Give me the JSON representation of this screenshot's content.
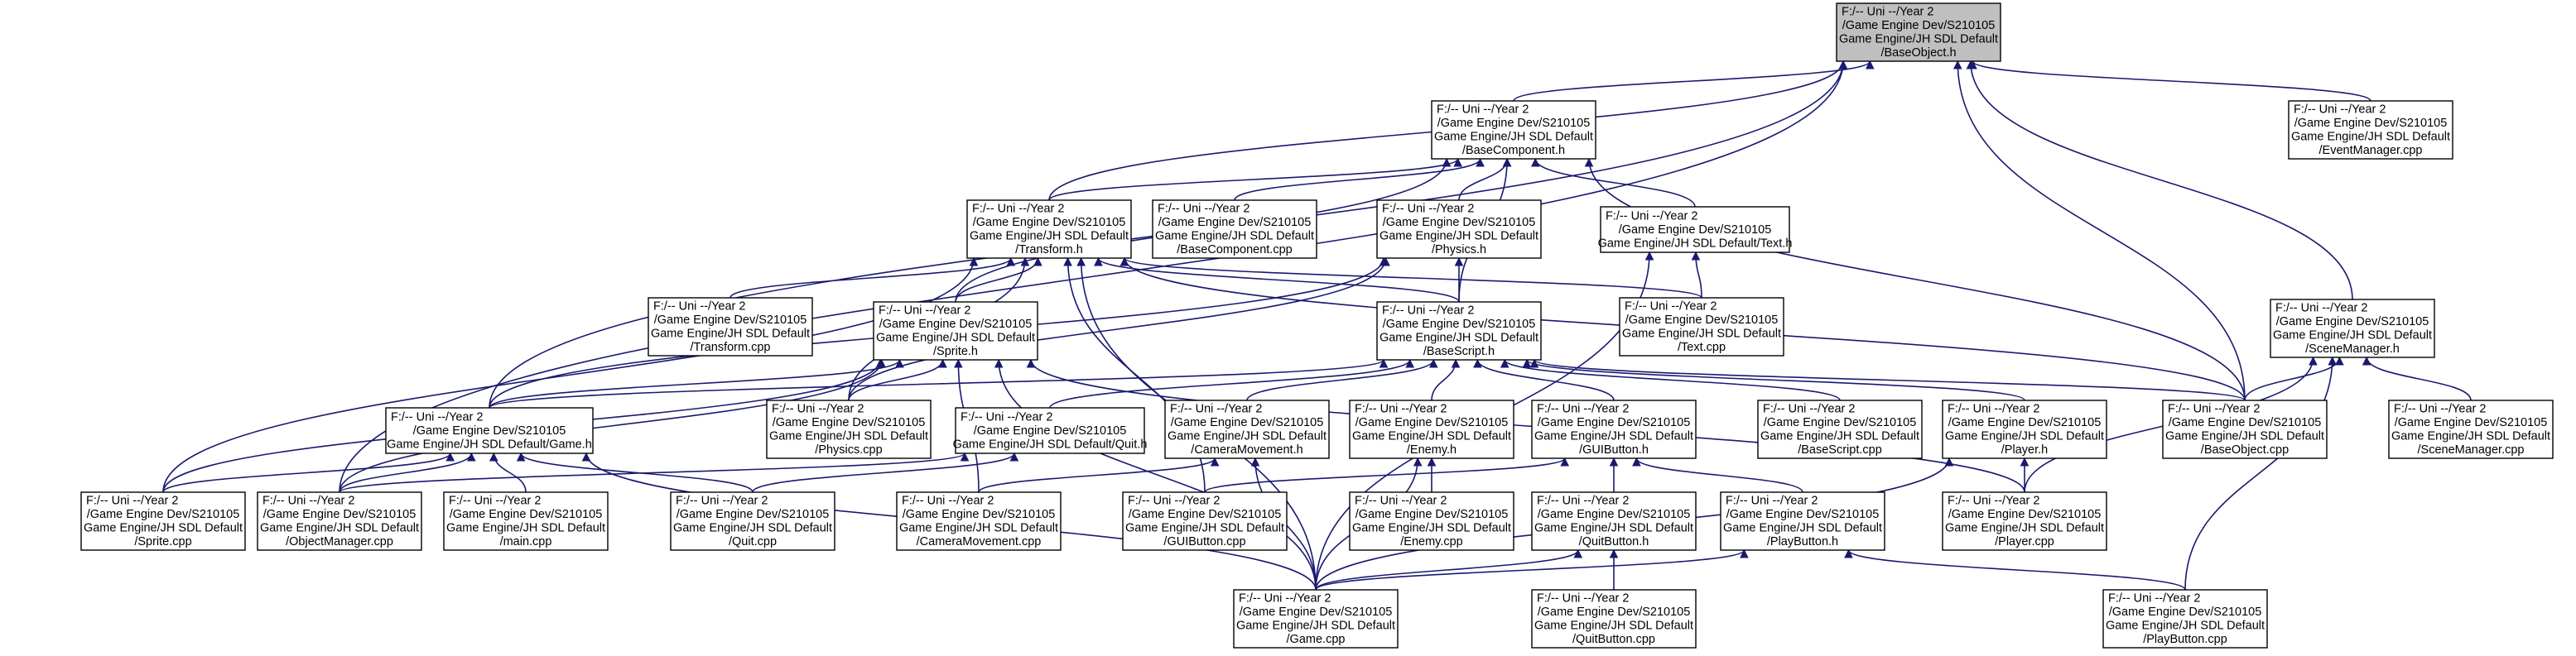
{
  "colors": {
    "edge": "#191970",
    "node_fill": "#ffffff",
    "root_fill": "#bfbfbf",
    "border": "#000000"
  },
  "nodes": [
    {
      "id": "baseobject_h",
      "lines": [
        "F:/-- Uni --/Year 2",
        "/Game Engine Dev/S210105",
        "Game Engine/JH SDL Default",
        "/BaseObject.h"
      ]
    },
    {
      "id": "basecomponent_h",
      "lines": [
        "F:/-- Uni --/Year 2",
        "/Game Engine Dev/S210105",
        "Game Engine/JH SDL Default",
        "/BaseComponent.h"
      ]
    },
    {
      "id": "eventmanager_cpp",
      "lines": [
        "F:/-- Uni --/Year 2",
        "/Game Engine Dev/S210105",
        "Game Engine/JH SDL Default",
        "/EventManager.cpp"
      ]
    },
    {
      "id": "transform_h",
      "lines": [
        "F:/-- Uni --/Year 2",
        "/Game Engine Dev/S210105",
        "Game Engine/JH SDL Default",
        "/Transform.h"
      ]
    },
    {
      "id": "basecomponent_cpp",
      "lines": [
        "F:/-- Uni --/Year 2",
        "/Game Engine Dev/S210105",
        "Game Engine/JH SDL Default",
        "/BaseComponent.cpp"
      ]
    },
    {
      "id": "physics_h",
      "lines": [
        "F:/-- Uni --/Year 2",
        "/Game Engine Dev/S210105",
        "Game Engine/JH SDL Default",
        "/Physics.h"
      ]
    },
    {
      "id": "text_h",
      "lines": [
        "F:/-- Uni --/Year 2",
        "/Game Engine Dev/S210105",
        "Game Engine/JH SDL Default/Text.h"
      ]
    },
    {
      "id": "transform_cpp",
      "lines": [
        "F:/-- Uni --/Year 2",
        "/Game Engine Dev/S210105",
        "Game Engine/JH SDL Default",
        "/Transform.cpp"
      ]
    },
    {
      "id": "sprite_h",
      "lines": [
        "F:/-- Uni --/Year 2",
        "/Game Engine Dev/S210105",
        "Game Engine/JH SDL Default",
        "/Sprite.h"
      ]
    },
    {
      "id": "basescript_h",
      "lines": [
        "F:/-- Uni --/Year 2",
        "/Game Engine Dev/S210105",
        "Game Engine/JH SDL Default",
        "/BaseScript.h"
      ]
    },
    {
      "id": "text_cpp",
      "lines": [
        "F:/-- Uni --/Year 2",
        "/Game Engine Dev/S210105",
        "Game Engine/JH SDL Default",
        "/Text.cpp"
      ]
    },
    {
      "id": "scenemanager_h",
      "lines": [
        "F:/-- Uni --/Year 2",
        "/Game Engine Dev/S210105",
        "Game Engine/JH SDL Default",
        "/SceneManager.h"
      ]
    },
    {
      "id": "game_h",
      "lines": [
        "F:/-- Uni --/Year 2",
        "/Game Engine Dev/S210105",
        "Game Engine/JH SDL Default/Game.h"
      ]
    },
    {
      "id": "physics_cpp",
      "lines": [
        "F:/-- Uni --/Year 2",
        "/Game Engine Dev/S210105",
        "Game Engine/JH SDL Default",
        "/Physics.cpp"
      ]
    },
    {
      "id": "quit_h",
      "lines": [
        "F:/-- Uni --/Year 2",
        "/Game Engine Dev/S210105",
        "Game Engine/JH SDL Default/Quit.h"
      ]
    },
    {
      "id": "cameramovement_h",
      "lines": [
        "F:/-- Uni --/Year 2",
        "/Game Engine Dev/S210105",
        "Game Engine/JH SDL Default",
        "/CameraMovement.h"
      ]
    },
    {
      "id": "enemy_h",
      "lines": [
        "F:/-- Uni --/Year 2",
        "/Game Engine Dev/S210105",
        "Game Engine/JH SDL Default",
        "/Enemy.h"
      ]
    },
    {
      "id": "guibutton_h",
      "lines": [
        "F:/-- Uni --/Year 2",
        "/Game Engine Dev/S210105",
        "Game Engine/JH SDL Default",
        "/GUIButton.h"
      ]
    },
    {
      "id": "basescript_cpp",
      "lines": [
        "F:/-- Uni --/Year 2",
        "/Game Engine Dev/S210105",
        "Game Engine/JH SDL Default",
        "/BaseScript.cpp"
      ]
    },
    {
      "id": "player_h",
      "lines": [
        "F:/-- Uni --/Year 2",
        "/Game Engine Dev/S210105",
        "Game Engine/JH SDL Default",
        "/Player.h"
      ]
    },
    {
      "id": "baseobject_cpp",
      "lines": [
        "F:/-- Uni --/Year 2",
        "/Game Engine Dev/S210105",
        "Game Engine/JH SDL Default",
        "/BaseObject.cpp"
      ]
    },
    {
      "id": "scenemanager_cpp",
      "lines": [
        "F:/-- Uni --/Year 2",
        "/Game Engine Dev/S210105",
        "Game Engine/JH SDL Default",
        "/SceneManager.cpp"
      ]
    },
    {
      "id": "sprite_cpp",
      "lines": [
        "F:/-- Uni --/Year 2",
        "/Game Engine Dev/S210105",
        "Game Engine/JH SDL Default",
        "/Sprite.cpp"
      ]
    },
    {
      "id": "objectmanager_cpp",
      "lines": [
        "F:/-- Uni --/Year 2",
        "/Game Engine Dev/S210105",
        "Game Engine/JH SDL Default",
        "/ObjectManager.cpp"
      ]
    },
    {
      "id": "main_cpp",
      "lines": [
        "F:/-- Uni --/Year 2",
        "/Game Engine Dev/S210105",
        "Game Engine/JH SDL Default",
        "/main.cpp"
      ]
    },
    {
      "id": "quit_cpp",
      "lines": [
        "F:/-- Uni --/Year 2",
        "/Game Engine Dev/S210105",
        "Game Engine/JH SDL Default",
        "/Quit.cpp"
      ]
    },
    {
      "id": "cameramovement_cpp",
      "lines": [
        "F:/-- Uni --/Year 2",
        "/Game Engine Dev/S210105",
        "Game Engine/JH SDL Default",
        "/CameraMovement.cpp"
      ]
    },
    {
      "id": "guibutton_cpp",
      "lines": [
        "F:/-- Uni --/Year 2",
        "/Game Engine Dev/S210105",
        "Game Engine/JH SDL Default",
        "/GUIButton.cpp"
      ]
    },
    {
      "id": "enemy_cpp",
      "lines": [
        "F:/-- Uni --/Year 2",
        "/Game Engine Dev/S210105",
        "Game Engine/JH SDL Default",
        "/Enemy.cpp"
      ]
    },
    {
      "id": "quitbutton_h",
      "lines": [
        "F:/-- Uni --/Year 2",
        "/Game Engine Dev/S210105",
        "Game Engine/JH SDL Default",
        "/QuitButton.h"
      ]
    },
    {
      "id": "playbutton_h",
      "lines": [
        "F:/-- Uni --/Year 2",
        "/Game Engine Dev/S210105",
        "Game Engine/JH SDL Default",
        "/PlayButton.h"
      ]
    },
    {
      "id": "player_cpp",
      "lines": [
        "F:/-- Uni --/Year 2",
        "/Game Engine Dev/S210105",
        "Game Engine/JH SDL Default",
        "/Player.cpp"
      ]
    },
    {
      "id": "game_cpp",
      "lines": [
        "F:/-- Uni --/Year 2",
        "/Game Engine Dev/S210105",
        "Game Engine/JH SDL Default",
        "/Game.cpp"
      ]
    },
    {
      "id": "quitbutton_cpp",
      "lines": [
        "F:/-- Uni --/Year 2",
        "/Game Engine Dev/S210105",
        "Game Engine/JH SDL Default",
        "/QuitButton.cpp"
      ]
    },
    {
      "id": "playbutton_cpp",
      "lines": [
        "F:/-- Uni --/Year 2",
        "/Game Engine Dev/S210105",
        "Game Engine/JH SDL Default",
        "/PlayButton.cpp"
      ]
    }
  ],
  "edges": [
    [
      "basecomponent_h",
      "baseobject_h"
    ],
    [
      "eventmanager_cpp",
      "baseobject_h"
    ],
    [
      "transform_h",
      "baseobject_h"
    ],
    [
      "scenemanager_h",
      "baseobject_h"
    ],
    [
      "baseobject_cpp",
      "baseobject_h"
    ],
    [
      "objectmanager_cpp",
      "baseobject_h"
    ],
    [
      "game_h",
      "baseobject_h"
    ],
    [
      "transform_h",
      "basecomponent_h"
    ],
    [
      "basecomponent_cpp",
      "basecomponent_h"
    ],
    [
      "physics_h",
      "basecomponent_h"
    ],
    [
      "text_h",
      "basecomponent_h"
    ],
    [
      "sprite_h",
      "basecomponent_h"
    ],
    [
      "basescript_h",
      "basecomponent_h"
    ],
    [
      "baseobject_cpp",
      "basecomponent_h"
    ],
    [
      "transform_cpp",
      "transform_h"
    ],
    [
      "sprite_h",
      "transform_h"
    ],
    [
      "basescript_h",
      "transform_h"
    ],
    [
      "physics_cpp",
      "transform_h"
    ],
    [
      "game_cpp",
      "transform_h"
    ],
    [
      "text_cpp",
      "transform_h"
    ],
    [
      "guibutton_cpp",
      "transform_h"
    ],
    [
      "baseobject_cpp",
      "transform_h"
    ],
    [
      "basescript_h",
      "physics_h"
    ],
    [
      "physics_cpp",
      "physics_h"
    ],
    [
      "game_h",
      "physics_h"
    ],
    [
      "text_cpp",
      "text_h"
    ],
    [
      "game_cpp",
      "text_h"
    ],
    [
      "game_h",
      "sprite_h"
    ],
    [
      "sprite_cpp",
      "sprite_h"
    ],
    [
      "objectmanager_cpp",
      "sprite_h"
    ],
    [
      "physics_cpp",
      "sprite_h"
    ],
    [
      "cameramovement_cpp",
      "sprite_h"
    ],
    [
      "game_cpp",
      "sprite_h"
    ],
    [
      "player_cpp",
      "sprite_h"
    ],
    [
      "quit_h",
      "basescript_h"
    ],
    [
      "cameramovement_h",
      "basescript_h"
    ],
    [
      "enemy_h",
      "basescript_h"
    ],
    [
      "guibutton_h",
      "basescript_h"
    ],
    [
      "basescript_cpp",
      "basescript_h"
    ],
    [
      "player_h",
      "basescript_h"
    ],
    [
      "baseobject_cpp",
      "basescript_h"
    ],
    [
      "game_h",
      "basescript_h"
    ],
    [
      "sprite_cpp",
      "game_h"
    ],
    [
      "objectmanager_cpp",
      "game_h"
    ],
    [
      "main_cpp",
      "game_h"
    ],
    [
      "quit_cpp",
      "game_h"
    ],
    [
      "game_cpp",
      "game_h"
    ],
    [
      "quit_cpp",
      "quit_h"
    ],
    [
      "objectmanager_cpp",
      "quit_h"
    ],
    [
      "cameramovement_cpp",
      "cameramovement_h"
    ],
    [
      "game_cpp",
      "cameramovement_h"
    ],
    [
      "enemy_cpp",
      "enemy_h"
    ],
    [
      "game_cpp",
      "enemy_h"
    ],
    [
      "guibutton_cpp",
      "guibutton_h"
    ],
    [
      "quitbutton_h",
      "guibutton_h"
    ],
    [
      "playbutton_h",
      "guibutton_h"
    ],
    [
      "game_cpp",
      "quitbutton_h"
    ],
    [
      "quitbutton_cpp",
      "quitbutton_h"
    ],
    [
      "game_cpp",
      "playbutton_h"
    ],
    [
      "playbutton_cpp",
      "playbutton_h"
    ],
    [
      "player_cpp",
      "player_h"
    ],
    [
      "game_cpp",
      "player_h"
    ],
    [
      "baseobject_cpp",
      "scenemanager_h"
    ],
    [
      "scenemanager_cpp",
      "scenemanager_h"
    ],
    [
      "playbutton_cpp",
      "scenemanager_h"
    ],
    [
      "player_cpp",
      "scenemanager_h"
    ],
    [
      "sprite_cpp",
      "transform_h"
    ]
  ]
}
